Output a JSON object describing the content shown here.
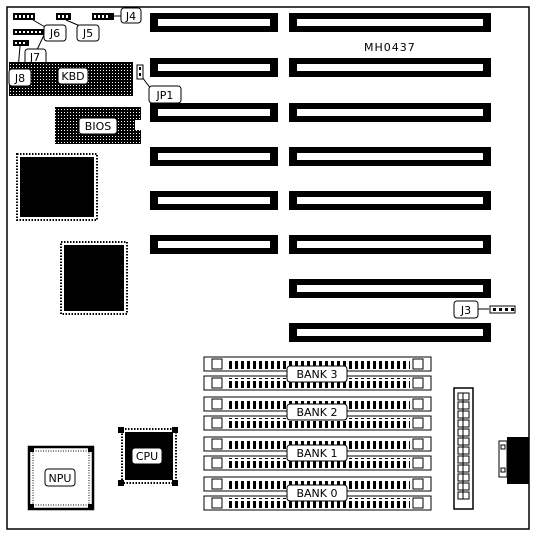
{
  "diagram": {
    "board_id": "MH0437",
    "connectors": {
      "j4": "J4",
      "j5": "J5",
      "j6": "J6",
      "j7": "J7",
      "j8": "J8",
      "j3": "J3",
      "jp1": "JP1"
    },
    "chips": {
      "kbd": "KBD",
      "bios": "BIOS",
      "cpu": "CPU",
      "npu": "NPU"
    },
    "memory_banks": [
      "BANK 3",
      "BANK 2",
      "BANK 1",
      "BANK 0"
    ]
  },
  "colors": {
    "ink": "#000000",
    "paper": "#ffffff"
  }
}
